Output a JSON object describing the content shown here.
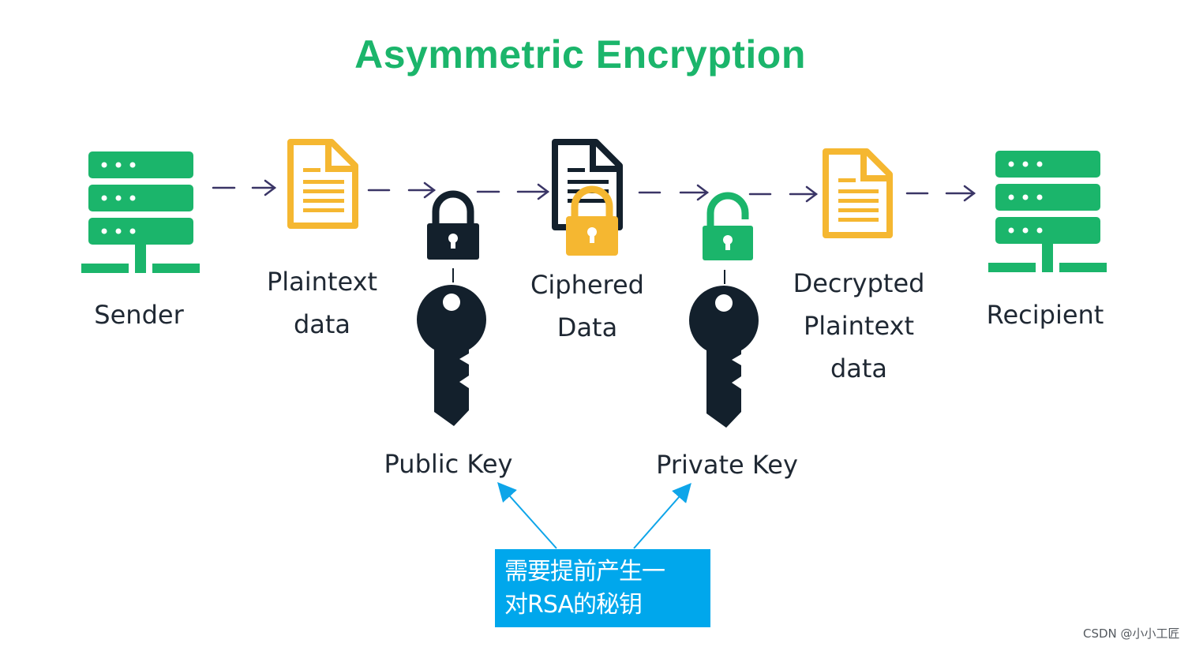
{
  "title": "Asymmetric Encryption",
  "stages": {
    "sender": "Sender",
    "plaintext": [
      "Plaintext",
      "data"
    ],
    "ciphered": [
      "Ciphered",
      "Data"
    ],
    "decrypted": [
      "Decrypted",
      "Plaintext",
      "data"
    ],
    "recipient": "Recipient"
  },
  "keys": {
    "public": "Public Key",
    "private": "Private Key"
  },
  "note": [
    "需要提前产生一",
    "对RSA的秘钥"
  ],
  "watermark": "CSDN @小小工匠",
  "colors": {
    "title": "#1bb56b",
    "server": "#1bb56b",
    "document": "#f5b731",
    "cipher_doc": "#13202c",
    "key": "#13202c",
    "lock_closed": "#13202c",
    "lock_gold": "#f5b731",
    "lock_open": "#1bb56b",
    "arrow": "#3a3566",
    "note_bg": "#00a7ec",
    "callout_arrow": "#0ea5e9"
  },
  "icons": [
    "server-icon",
    "document-icon",
    "padlock-closed-icon",
    "padlock-open-icon",
    "key-icon",
    "arrow-right-icon"
  ]
}
